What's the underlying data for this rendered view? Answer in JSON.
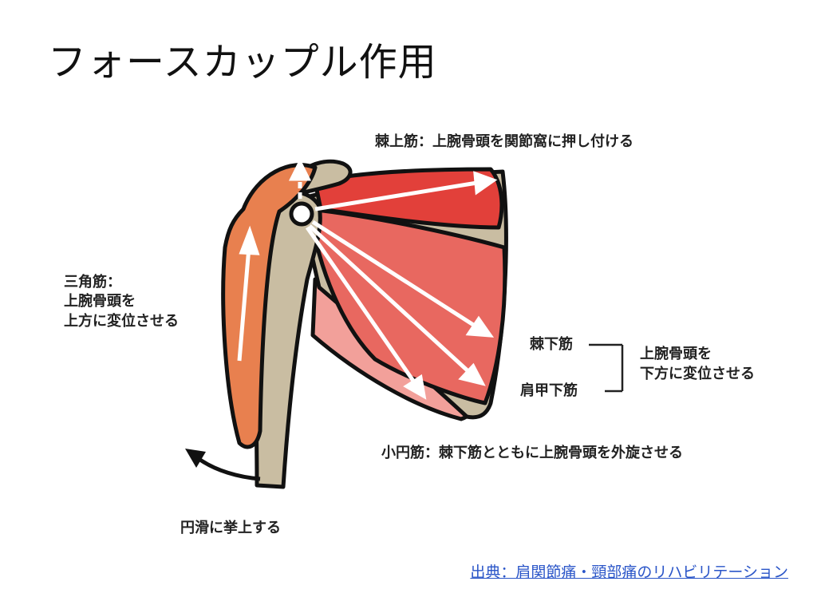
{
  "title": "フォースカップル作用",
  "labels": {
    "supraspinatus": "棘上筋：上腕骨頭を関節窩に押し付ける",
    "deltoid_line1": "三角筋：",
    "deltoid_line2": "上腕骨頭を",
    "deltoid_line3": "上方に変位させる",
    "infraspinatus": "棘下筋",
    "subscapularis": "肩甲下筋",
    "inferior_line1": "上腕骨頭を",
    "inferior_line2": "下方に変位させる",
    "teres_minor": "小円筋：棘下筋とともに上腕骨頭を外旋させる",
    "elevation": "円滑に挙上する"
  },
  "source_link": "出典：肩関節痛・頸部痛のリハビリテーション",
  "colors": {
    "bone": "#c9bda2",
    "deltoid": "#e8804f",
    "supraspinatus": "#e2403a",
    "infraspinatus": "#e86860",
    "subscapularis": "#f2a09a",
    "arrow": "#ffffff",
    "outline": "#111111",
    "link": "#2a55c8"
  }
}
